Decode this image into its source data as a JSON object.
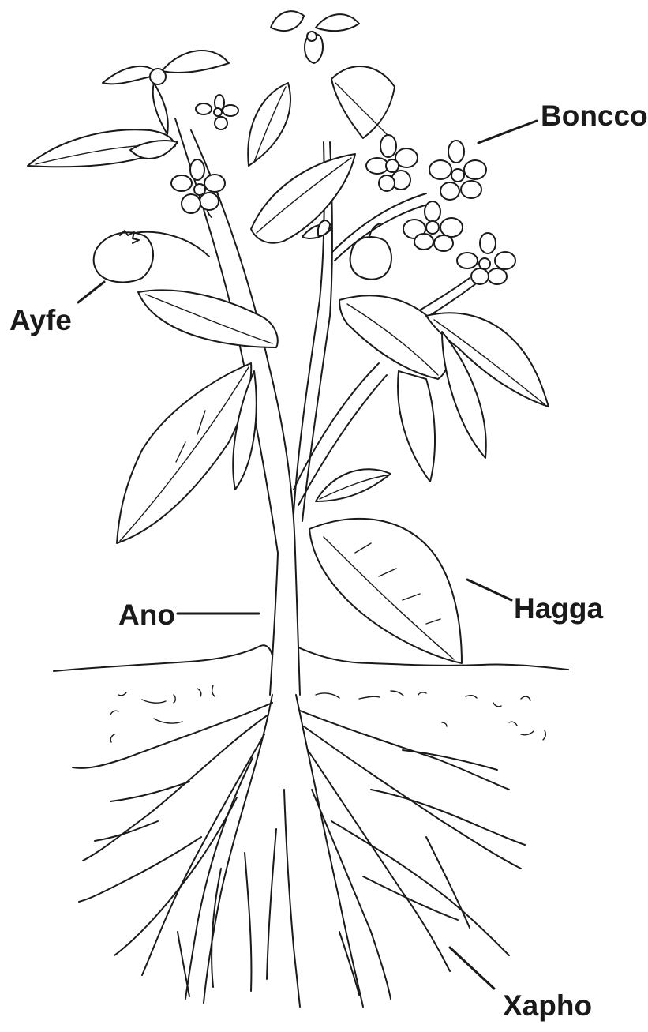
{
  "labels": {
    "flower": "Boncco",
    "fruit": "Ayfe",
    "stem": "Ano",
    "leaf": "Hagga",
    "root": "Xapho"
  },
  "colors": {
    "line": "#1a1a1a",
    "background": "#ffffff"
  }
}
